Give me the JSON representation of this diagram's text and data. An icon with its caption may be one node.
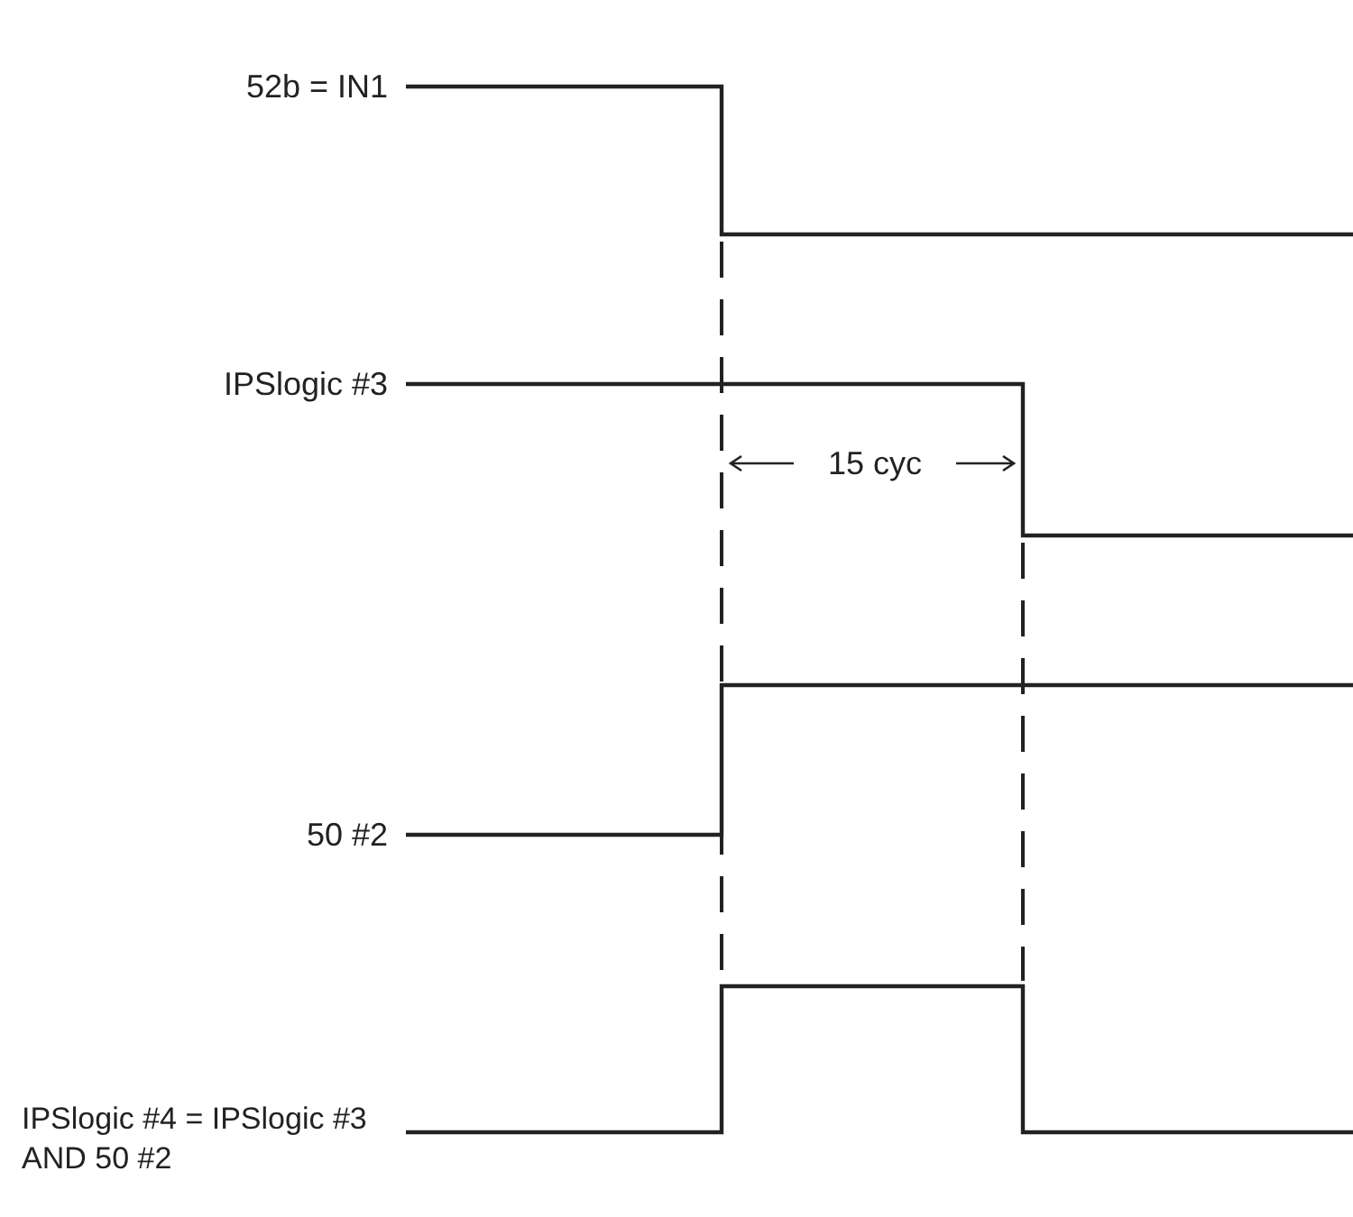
{
  "diagram": {
    "labels": [
      "52b = IN1",
      "IPSlogic #3",
      "15 cyc",
      "50 #2",
      "IPSlogic #4 = IPSlogic #3 AND 50 #2"
    ]
  }
}
